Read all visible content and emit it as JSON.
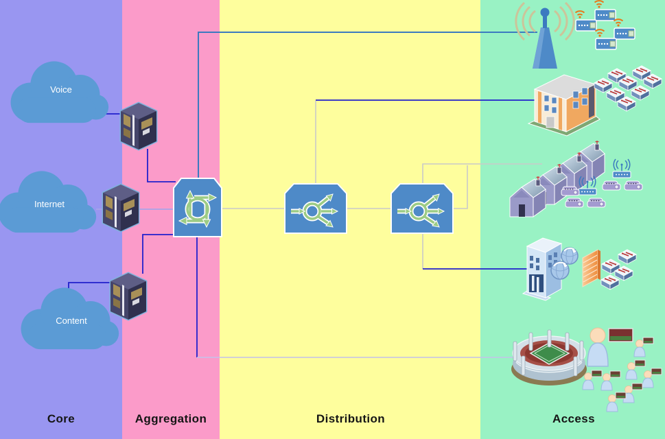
{
  "bands": [
    {
      "label": "Core",
      "color": "#9996F1"
    },
    {
      "label": "Aggregation",
      "color": "#FB9BC9"
    },
    {
      "label": "Distribution",
      "color": "#FEFE9D"
    },
    {
      "label": "Access",
      "color": "#99F2C4"
    }
  ],
  "core": {
    "clouds": [
      {
        "label": "Voice"
      },
      {
        "label": "Internet"
      },
      {
        "label": "Content"
      }
    ],
    "icons": [
      "cloud-icon ×3",
      "server-tower-icon ×3"
    ]
  },
  "aggregation": {
    "icons": [
      "multilayer-switch-icon"
    ]
  },
  "distribution": {
    "icons": [
      "router-icon ×2"
    ]
  },
  "access": {
    "sites": [
      {
        "name": "wireless-tower-site",
        "icons": [
          "radio-tower-icon",
          "wireless-router-icon ×4"
        ]
      },
      {
        "name": "office-building-site",
        "icons": [
          "office-building-icon",
          "workgroup-switch-icon ×8"
        ]
      },
      {
        "name": "residential-site",
        "icons": [
          "house-icon ×4",
          "wireless-ap-icon ×2",
          "cable-modem-icon ×5"
        ]
      },
      {
        "name": "enterprise-site",
        "icons": [
          "enterprise-building-icon",
          "globe-icon ×2",
          "firewall-icon",
          "workgroup-switch-icon ×4"
        ]
      },
      {
        "name": "stadium-site",
        "icons": [
          "stadium-icon",
          "person-icon ×8",
          "photo-icon ×8"
        ]
      }
    ]
  },
  "colors": {
    "cloud": "#5B9BD5",
    "device_blue": "#4E8AC8",
    "icon_green": "#9CCB85",
    "line_navy": "#2020CC",
    "line_gray": "#C9C9C9",
    "line_lavender": "#A9A4E8",
    "line_light_lavender": "#C4C1EA",
    "line_blue": "#3B7AC0",
    "wifi_orange": "#E87818"
  }
}
